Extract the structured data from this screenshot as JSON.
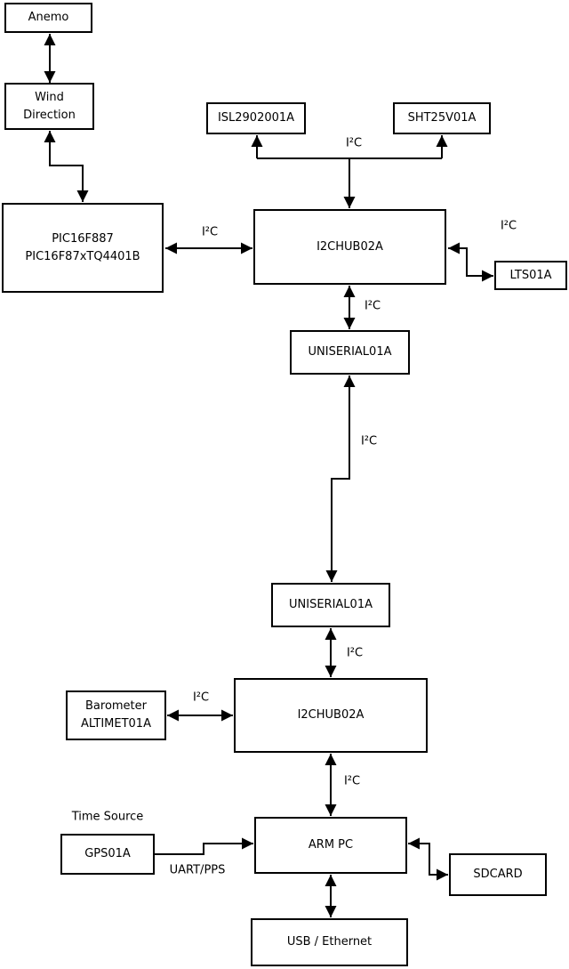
{
  "colors": {
    "background": "#ffffff",
    "line": "#000000",
    "text": "#000000",
    "node_fill": "#ffffff"
  },
  "nodes": {
    "anemo": {
      "lines": [
        "Anemo"
      ]
    },
    "wind": {
      "lines": [
        "Wind",
        "Direction"
      ]
    },
    "pic": {
      "lines": [
        "PIC16F887",
        "PIC16F87xTQ4401B"
      ]
    },
    "isl": {
      "lines": [
        "ISL2902001A"
      ]
    },
    "sht": {
      "lines": [
        "SHT25V01A"
      ]
    },
    "hub1": {
      "lines": [
        "I2CHUB02A"
      ]
    },
    "lts": {
      "lines": [
        "LTS01A"
      ]
    },
    "uniserial1": {
      "lines": [
        "UNISERIAL01A"
      ]
    },
    "uniserial2": {
      "lines": [
        "UNISERIAL01A"
      ]
    },
    "barometer": {
      "lines": [
        "Barometer",
        "ALTIMET01A"
      ]
    },
    "hub2": {
      "lines": [
        "I2CHUB02A"
      ]
    },
    "gps": {
      "lines": [
        "GPS01A"
      ]
    },
    "armpc": {
      "lines": [
        "ARM PC"
      ]
    },
    "sdcard": {
      "lines": [
        "SDCARD"
      ]
    },
    "usb": {
      "lines": [
        "USB / Ethernet"
      ]
    }
  },
  "edge_labels": {
    "i2c_sensors": "I²C",
    "i2c_pic_hub": "I²C",
    "i2c_lts": "I²C",
    "i2c_hub1_uniserial": "I²C",
    "i2c_uniserial_link": "I²C",
    "i2c_uniserial2_hub2": "I²C",
    "i2c_barometer": "I²C",
    "i2c_hub2_armpc": "I²C",
    "time_source": "Time Source",
    "uart_pps": "UART/PPS"
  },
  "edges": [
    {
      "from": "anemo",
      "to": "wind",
      "arrows": "both",
      "label": ""
    },
    {
      "from": "wind",
      "to": "pic",
      "arrows": "both",
      "label": ""
    },
    {
      "from": "pic",
      "to": "hub1",
      "arrows": "both",
      "label": "I²C"
    },
    {
      "from": "hub1",
      "to": "isl",
      "arrows": "to",
      "label": "I²C"
    },
    {
      "from": "hub1",
      "to": "sht",
      "arrows": "to",
      "label": "I²C"
    },
    {
      "from": "hub1",
      "to": "lts",
      "arrows": "both",
      "label": "I²C"
    },
    {
      "from": "hub1",
      "to": "uniserial1",
      "arrows": "both",
      "label": "I²C"
    },
    {
      "from": "uniserial1",
      "to": "uniserial2",
      "arrows": "both",
      "label": "I²C"
    },
    {
      "from": "uniserial2",
      "to": "hub2",
      "arrows": "both",
      "label": "I²C"
    },
    {
      "from": "barometer",
      "to": "hub2",
      "arrows": "both",
      "label": "I²C"
    },
    {
      "from": "hub2",
      "to": "armpc",
      "arrows": "both",
      "label": "I²C"
    },
    {
      "from": "gps",
      "to": "armpc",
      "arrows": "to",
      "label": "UART/PPS"
    },
    {
      "from": "armpc",
      "to": "sdcard",
      "arrows": "both",
      "label": ""
    },
    {
      "from": "armpc",
      "to": "usb",
      "arrows": "both",
      "label": ""
    }
  ]
}
